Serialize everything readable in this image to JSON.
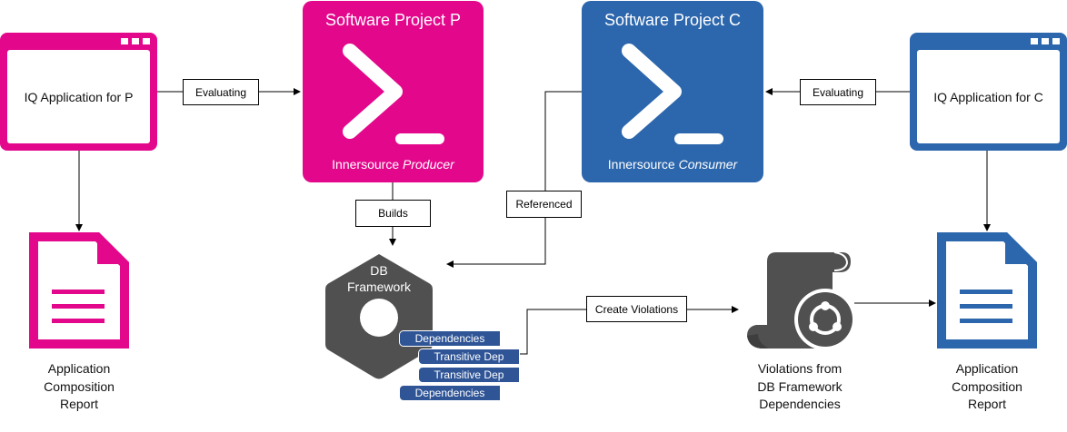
{
  "colors": {
    "producer": "#e3078c",
    "consumer": "#2c66ac",
    "framework": "#505050",
    "dependency": "#2f5597"
  },
  "windows": {
    "left_title": "IQ Application for P",
    "right_title": "IQ Application for C"
  },
  "projects": {
    "producer": {
      "title": "Software Project P",
      "sub_prefix": "Innersource ",
      "sub_role": "Producer"
    },
    "consumer": {
      "title": "Software Project C",
      "sub_prefix": "Innersource ",
      "sub_role": "Consumer"
    }
  },
  "edges": {
    "evaluating_left": "Evaluating",
    "evaluating_right": "Evaluating",
    "builds": "Builds",
    "referenced": "Referenced",
    "create_violations": "Create Violations"
  },
  "framework": {
    "line1": "DB",
    "line2": "Framework"
  },
  "dependencies": [
    "Dependencies",
    "Transitive Dep",
    "Transitive Dep",
    "Dependencies"
  ],
  "reports": {
    "left": {
      "line1": "Application",
      "line2": "Composition",
      "line3": "Report"
    },
    "right": {
      "line1": "Application",
      "line2": "Composition",
      "line3": "Report"
    }
  },
  "violations": {
    "line1": "Violations from",
    "line2": "DB Framework",
    "line3": "Dependencies"
  },
  "icons": {
    "window": "browser-window-icon",
    "terminal": "terminal-prompt-icon",
    "document": "document-icon",
    "scroll": "scroll-icon",
    "hexagon": "hexagon-icon",
    "sync": "sync-circle-icon"
  }
}
